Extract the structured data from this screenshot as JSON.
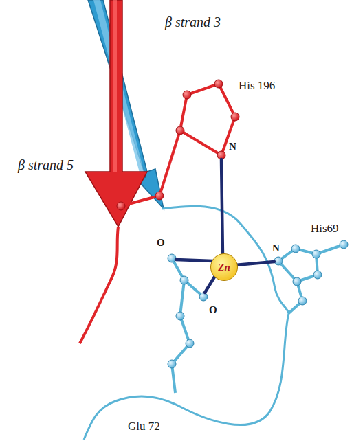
{
  "diagram": {
    "nodes": [
      {
        "text": [
          "Zn"
        ]
      }
    ],
    "labels": [
      "β strand 3",
      "His 196",
      "β strand 5",
      "N",
      "N",
      "His69",
      "O",
      "O",
      "Glu 72"
    ]
  }
}
